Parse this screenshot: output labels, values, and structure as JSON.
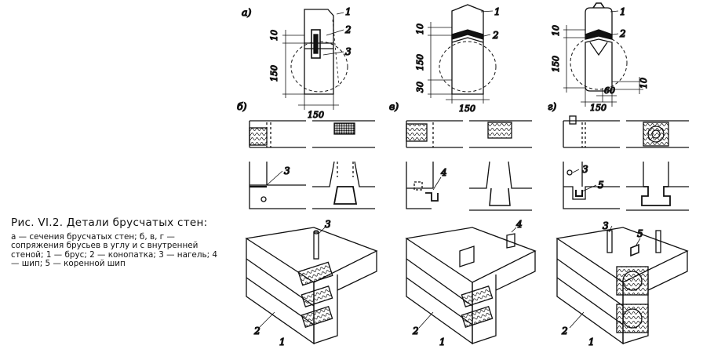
{
  "caption": {
    "title": "Рис. VI.2. Детали брусчатых стен:",
    "body": "а — сечения брусчатых стен; б, в, г — сопряжения брусьев в углу и с внутренней стеной; 1 — брус; 2 — конопатка; 3 — нагель; 4 — шип; 5 — коренной шип"
  },
  "panels": {
    "a": "а)",
    "b": "б)",
    "v": "в)",
    "g": "г)"
  },
  "dims": {
    "d10": "10",
    "d150": "150",
    "d30": "30",
    "d60": "60"
  },
  "nums": {
    "n1": "1",
    "n2": "2",
    "n3": "3",
    "n4": "4",
    "n5": "5"
  }
}
